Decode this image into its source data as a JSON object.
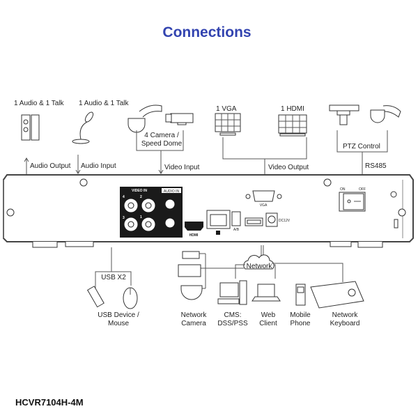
{
  "title": "Connections",
  "model": "HCVR7104H-4M",
  "colors": {
    "title": "#3344b0",
    "line": "#555555",
    "panel": "#1a1a1a"
  },
  "top_devices": {
    "audio_output_device": "1 Audio  & 1 Talk",
    "audio_input_device": "1 Audio & 1 Talk",
    "camera_line1": "4  Camera /",
    "camera_line2": "Speed Dome",
    "vga": "1 VGA",
    "hdmi": "1 HDMI",
    "ptz": "PTZ Control"
  },
  "top_connections": {
    "audio_output": "Audio  Output",
    "audio_input": "Audio  Input",
    "video_input": "Video Input",
    "video_output": "Video Output",
    "rs485": "RS485"
  },
  "panel_labels": {
    "video_in": "VIDEO IN",
    "audio_in": "AUDIO IN",
    "port1": "1",
    "port2": "2",
    "port3": "3",
    "port4": "4",
    "hdmi": "HDMI",
    "vga": "VGA",
    "ab": "A/B",
    "dc": "DC12V",
    "on": "ON",
    "off": "OFF"
  },
  "bottom": {
    "usb": "USB X2",
    "usb_device_line1": "USB Device /",
    "usb_device_line2": "Mouse",
    "network": "Network",
    "network_camera": [
      "Network",
      "Camera"
    ],
    "cms": [
      "CMS:",
      "DSS/PSS"
    ],
    "web_client": [
      "Web",
      "Client"
    ],
    "mobile_phone": [
      "Mobile",
      "Phone"
    ],
    "network_keyboard": [
      "Network",
      "Keyboard"
    ]
  }
}
